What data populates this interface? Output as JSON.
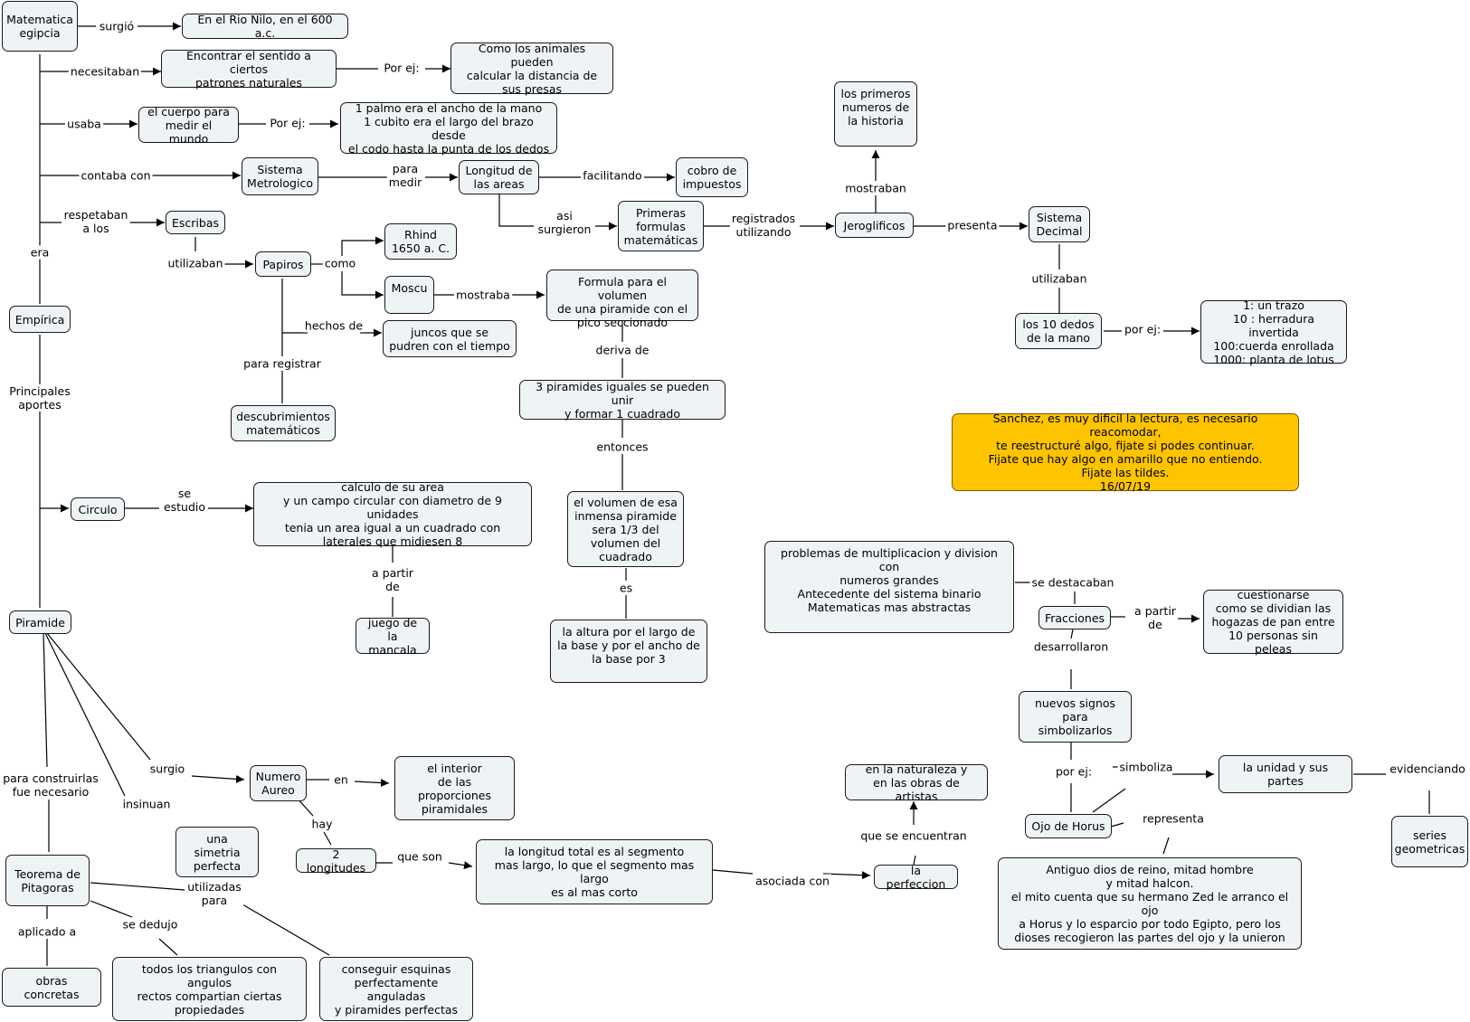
{
  "concepts": {
    "mat": "Matematica\negipcia",
    "nilo": "En el Rio Nilo, en el 600 a.c.",
    "patrones": "Encontrar el sentido a ciertos\npatrones naturales",
    "animales": "Como los animales pueden\ncalcular la distancia de\nsus presas",
    "cuerpo": "el cuerpo para\nmedir el mundo",
    "palmo": "1 palmo era el ancho de la mano\n1 cubito era el largo del brazo desde\nel codo hasta la punta de los dedos",
    "sismet": "Sistema\nMetrologico",
    "longitud": "Longitud de\nlas areas",
    "cobro": "cobro de\nimpuestos",
    "primeros": "los primeros\nnumeros de\nla historia",
    "escribas": "Escribas",
    "formulas": "Primeras\nformulas\nmatemáticas",
    "jeroglificos": "Jeroglificos",
    "decimal": "Sistema\nDecimal",
    "rhind": "Rhind\n1650 a. C.",
    "papiros": "Papiros",
    "moscu": "Moscu",
    "formulavol": "Formula para el volumen\nde una piramide con el\npico seccionado",
    "juncos": "juncos que se\npudren con el tiempo",
    "dedos": "los 10 dedos\nde la mano",
    "trazo": "1: un trazo\n10 : herradura invertida\n100:cuerda enrollada\n1000: planta de lotus",
    "empirica": "Empírica",
    "descub": "descubrimientos\nmatemáticos",
    "tres": "3 piramides iguales se pueden unir\ny formar 1 cuadrado",
    "note": "Sanchez, es muy dificil la lectura, es necesario reacomodar,\nte  reestructuré algo, fijate si podes continuar.\nFijate que hay algo en amarillo que no entiendo.\nFijate las tildes.\n16/07/19",
    "circulo": "Circulo",
    "calculo": "calculo de su area\ny un campo circular con diametro de 9 unidades\ntenia un area igual a un cuadrado con\nlaterales que midiesen 8",
    "volumen": "el volumen de esa\ninmensa piramide\nsera 1/3 del\nvolumen del\ncuadrado",
    "problemas": "problemas de multiplicacion y division con\nnumeros grandes\nAntecedente del sistema binario\nMatematicas mas abstractas",
    "fracciones": "Fracciones",
    "cuestionarse": "cuestionarse\ncomo se dividian las\nhogazas de pan entre\n10 personas sin peleas",
    "piramide": "Piramide",
    "mancala": "juego de\nla mancala",
    "altura": "la altura por el largo de\nla base y por el ancho de\nla base por 3",
    "signos": "nuevos signos\npara simbolizarlos",
    "naturaleza": "en la naturaleza y\nen las obras de artistas",
    "aureo": "Numero\nAureo",
    "interior": "el interior\nde las proporciones\npiramidales",
    "unidad": "la unidad y sus partes",
    "horus": "Ojo de Horus",
    "series": "series\ngeometricas",
    "simetria": "una simetria\nperfecta",
    "dos": "2 longitudes",
    "longtotal": "la longitud total es al segmento\nmas largo, lo que el segmento mas largo\nes al mas corto",
    "perfeccion": "la perfeccion",
    "teorema": "Teorema de\nPitagoras",
    "dios": "Antiguo dios de reino, mitad hombre\ny mitad halcon.\nel mito cuenta que su hermano Zed le arranco el ojo\na Horus y lo esparcio por todo Egipto, pero los\ndioses recogieron las partes del ojo y la unieron",
    "obras": "obras concretas",
    "triangulos": "todos los triangulos con angulos\nrectos compartian ciertas\npropiedades",
    "esquinas": "conseguir esquinas\nperfectamente anguladas\ny piramides perfectas"
  },
  "links": {
    "surgio": "surgió",
    "necesitaban": "necesitaban",
    "porej1": "Por ej:",
    "usaba": "usaba",
    "porej2": "Por ej:",
    "contaba": "contaba con",
    "paramedir": "para\nmedir",
    "facilitando": "facilitando",
    "respetaban": "respetaban\na los",
    "asi": "asi\nsurgieron",
    "registrados": "registrados\nutilizando",
    "mostraban": "mostraban",
    "presenta": "presenta",
    "era": "era",
    "utilizaban1": "utilizaban",
    "como": "como",
    "mostraba": "mostraba",
    "utilizaban2": "utilizaban",
    "hechos": "hechos de",
    "porej3": "por ej:",
    "deriva": "deriva de",
    "pararegistrar": "para registrar",
    "principales": "Principales\naportes",
    "entonces": "entonces",
    "seestudio": "se\nestudio",
    "apartir1": "a partir\nde",
    "es": "es",
    "sedestacaban": "se destacaban",
    "apartir2": "a partir\nde",
    "desarrollaron": "desarrollaron",
    "surgio2": "surgio",
    "en": "en",
    "porej4": "por ej:",
    "simboliza": "simboliza",
    "evidenciando": "evidenciando",
    "paraconstruir": "para construirlas\nfue necesario",
    "insinuan": "insinuan",
    "hay": "hay",
    "representa": "representa",
    "queseencuentran": "que se encuentran",
    "queson": "que son",
    "asociada": "asociada con",
    "utilizadas": "utilizadas\npara",
    "aplicado": "aplicado a",
    "sededujo": "se dedujo"
  }
}
